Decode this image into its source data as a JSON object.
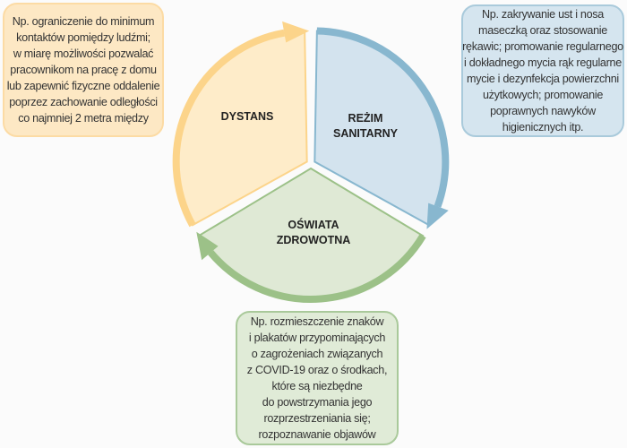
{
  "segments": [
    {
      "id": "dystans",
      "label_lines": [
        "DYSTANS"
      ],
      "fill": "#feecc9",
      "stroke": "#fcd48a"
    },
    {
      "id": "rezim",
      "label_lines": [
        "REŻIM",
        "SANITARNY"
      ],
      "fill": "#d3e3ee",
      "stroke": "#88b7cf"
    },
    {
      "id": "oswiata",
      "label_lines": [
        "OŚWIATA",
        "ZDROWOTNA"
      ],
      "fill": "#dfe9d5",
      "stroke": "#9cc188"
    }
  ],
  "boxes": {
    "left": [
      "Np. ograniczenie do minimum",
      "kontaktów pomiędzy ludźmi;",
      "w miarę możliwości pozwalać",
      "pracownikom na pracę z domu",
      "lub zapewnić fizyczne oddalenie",
      "poprzez zachowanie odległości",
      "co najmniej 2 metra między"
    ],
    "right": [
      "Np. zakrywanie ust i nosa",
      "maseczką oraz stosowanie",
      "rękawic; promowanie regularnego",
      "i dokładnego mycia rąk regularne",
      "mycie i dezynfekcja powierzchni",
      "użytkowych; promowanie",
      "poprawnych nawyków",
      "higienicznych itp."
    ],
    "bottom": [
      "Np. rozmieszczenie znaków",
      "i plakatów przypominających",
      "o zagrożeniach związanych",
      "z COVID-19 oraz o środkach,",
      "które są niezbędne",
      "do powstrzymania jego",
      "rozprzestrzeniania się;",
      "rozpoznawanie objawów"
    ]
  }
}
